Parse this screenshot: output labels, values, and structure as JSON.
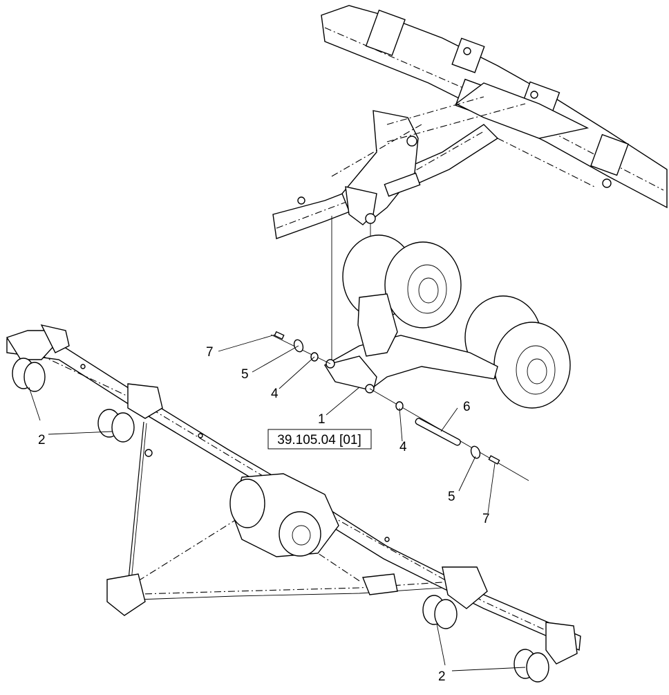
{
  "diagram": {
    "callouts": {
      "c1": "1",
      "c2a": "2",
      "c2b": "2",
      "c4a": "4",
      "c4b": "4",
      "c5a": "5",
      "c5b": "5",
      "c6": "6",
      "c7a": "7",
      "c7b": "7"
    },
    "reference": "39.105.04 [01]"
  }
}
